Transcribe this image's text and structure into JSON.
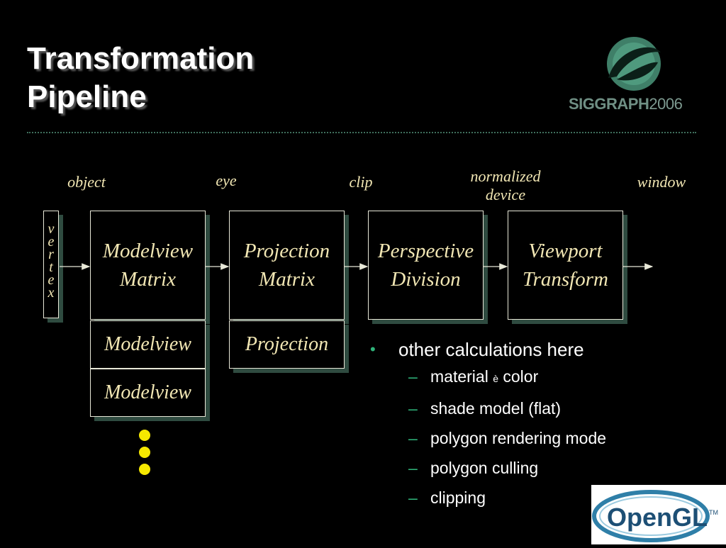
{
  "title": {
    "line1": "Transformation",
    "line2": "Pipeline"
  },
  "logo": {
    "siggraph_word": "SIGGRAPH",
    "siggraph_year": "2006",
    "opengl_text": "OpenGL",
    "opengl_tm": "TM"
  },
  "spaces": {
    "object": "object",
    "eye": "eye",
    "clip": "clip",
    "normalized_line1": "normalized",
    "normalized_line2": "device",
    "window": "window"
  },
  "vertex_letters": [
    "v",
    "e",
    "r",
    "t",
    "e",
    "x"
  ],
  "stages": {
    "modelview_line1": "Modelview",
    "modelview_line2": "Matrix",
    "projection_line1": "Projection",
    "projection_line2": "Matrix",
    "perspective_line1": "Perspective",
    "perspective_line2": "Division",
    "viewport_line1": "Viewport",
    "viewport_line2": "Transform"
  },
  "stacks": {
    "modelview_1": "Modelview",
    "modelview_2": "Modelview",
    "projection_1": "Projection"
  },
  "bullets": {
    "main": "other calculations here",
    "main_marker": "•",
    "sub_marker": "–",
    "sub1_a": "material",
    "sub1_arrow": "è",
    "sub1_b": "color",
    "sub2": "shade model (flat)",
    "sub3": "polygon rendering mode",
    "sub4": "polygon culling",
    "sub5": "clipping"
  },
  "colors": {
    "background": "#000000",
    "label_text": "#f2e7b4",
    "dots": "#f5e800",
    "bullet_marker": "#2fb37a",
    "box_shadow": "#2f4b40"
  }
}
